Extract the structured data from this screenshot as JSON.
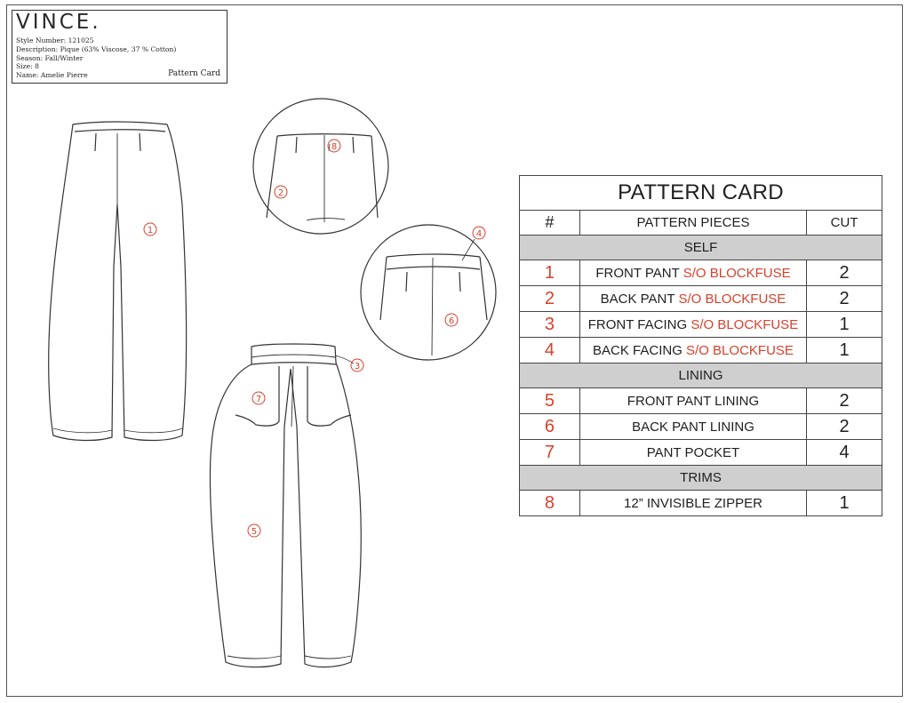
{
  "title_block": {
    "brand": "VINCE.",
    "style_number": "Style Number: 121025",
    "description": "Description: Pique (63% Viscose, 37 % Cotton)",
    "season": "Season: Fall/Winter",
    "size": "Size: 8",
    "name": "Name: Amelie Pierre",
    "card_label": "Pattern Card"
  },
  "callouts": [
    "1",
    "2",
    "3",
    "4",
    "5",
    "6",
    "7",
    "8"
  ],
  "table": {
    "title": "PATTERN CARD",
    "headers": {
      "number": "#",
      "pieces": "PATTERN PIECES",
      "cut": "CUT"
    },
    "sections": [
      {
        "name": "SELF",
        "rows": [
          {
            "num": "1",
            "piece": "FRONT PANT",
            "note": "S/O BLOCKFUSE",
            "cut": "2"
          },
          {
            "num": "2",
            "piece": "BACK PANT",
            "note": "S/O BLOCKFUSE",
            "cut": "2"
          },
          {
            "num": "3",
            "piece": "FRONT FACING",
            "note": "S/O BLOCKFUSE",
            "cut": "1"
          },
          {
            "num": "4",
            "piece": "BACK FACING",
            "note": "S/O BLOCKFUSE",
            "cut": "1"
          }
        ]
      },
      {
        "name": "LINING",
        "rows": [
          {
            "num": "5",
            "piece": "FRONT PANT LINING",
            "note": "",
            "cut": "2"
          },
          {
            "num": "6",
            "piece": "BACK PANT LINING",
            "note": "",
            "cut": "2"
          },
          {
            "num": "7",
            "piece": "PANT POCKET",
            "note": "",
            "cut": "4"
          }
        ]
      },
      {
        "name": "TRIMS",
        "rows": [
          {
            "num": "8",
            "piece": "12” INVISIBLE ZIPPER",
            "note": "",
            "cut": "1"
          }
        ]
      }
    ]
  },
  "colors": {
    "callout_red": "#d9402b",
    "section_gray": "#cfcfcf",
    "line": "#444444"
  }
}
